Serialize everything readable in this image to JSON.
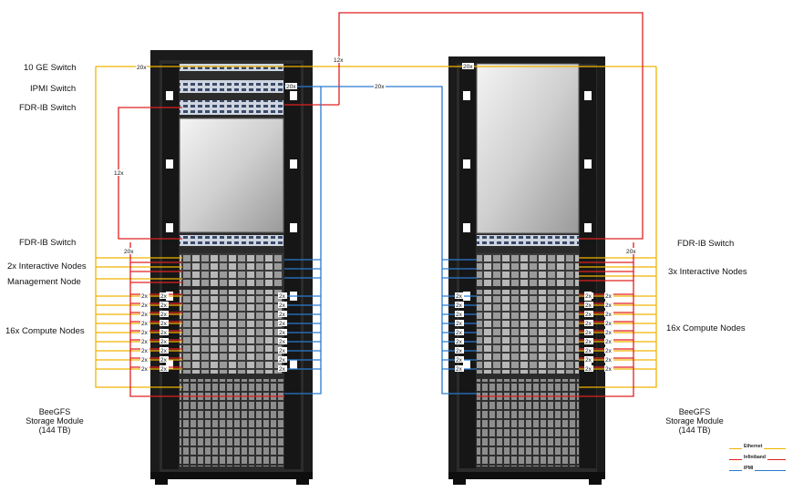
{
  "labels": {
    "ge_switch": "10 GE Switch",
    "ipmi_switch": "IPMI Switch",
    "fdr_top": "FDR-IB Switch",
    "fdr_left_mid": "FDR-IB Switch",
    "interactive_left": "2x Interactive Nodes",
    "management": "Management Node",
    "compute_left": "16x Compute Nodes",
    "beegfs_left_1": "BeeGFS",
    "beegfs_left_2": "Storage Module",
    "beegfs_left_3": "(144 TB)",
    "fdr_right": "FDR-IB Switch",
    "interactive_right": "3x Interactive Nodes",
    "compute_right": "16x Compute Nodes",
    "beegfs_right_1": "BeeGFS",
    "beegfs_right_2": "Storage Module",
    "beegfs_right_3": "(144 TB)"
  },
  "counts": {
    "c20_top": "20x",
    "c12_top": "12x",
    "c20_ipmi": "20x",
    "c20_ipmi2": "20x",
    "c12_left": "12x",
    "c20_left": "20x",
    "c20_right_top": "20x",
    "c20_right": "20x",
    "per_node": "2x"
  },
  "legend": [
    {
      "label": "Ethernet",
      "color": "#f0b400"
    },
    {
      "label": "Infiniband",
      "color": "#e02020"
    },
    {
      "label": "IPMI",
      "color": "#2a7ad0"
    }
  ],
  "colors": {
    "ethernet": "#f0b400",
    "infiniband": "#e02020",
    "ipmi": "#2a7ad0",
    "rack": "#1a1a1a",
    "panel": "#d8d8d8"
  }
}
